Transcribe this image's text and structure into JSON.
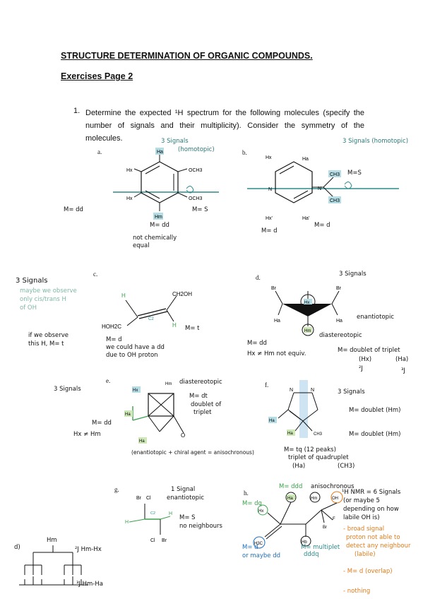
{
  "header": {
    "title": "STRUCTURE DETERMINATION OF ORGANIC COMPOUNDS.",
    "subtitle": "Exercises Page 2"
  },
  "question": {
    "number": "1.",
    "text": "Determine the expected ¹H spectrum for the following molecules (specify the number of signals and their multiplicity). Consider the symmetry of the molecules."
  },
  "parts": {
    "a": {
      "label": "a.",
      "signals": "3 Signals",
      "homotopic": "(homotopic)",
      "m_dd_left": "M= dd",
      "m_s": "M= S",
      "m_dd_bottom": "M= dd",
      "note1": "not chemically",
      "note2": "equal"
    },
    "b": {
      "label": "b.",
      "signals": "3 Signals (homotopic)",
      "m_s": "M=S",
      "m_d_left": "M= d",
      "m_d_right": "M= d"
    },
    "c": {
      "label": "c.",
      "signals": "3 Signals",
      "note1": "maybe we observe",
      "note2": "only cis/trans H",
      "note3": "of OH",
      "m_t": "M= t",
      "m_d": "M= d",
      "note4": "we could have a dd",
      "note5": "due to OH proton",
      "obs1": "if we observe",
      "obs2": "this H, M= t"
    },
    "d": {
      "label": "d.",
      "signals": "3 Signals",
      "enantiotopic": "enantiotopic",
      "diastereotopic": "diastereotopic",
      "m_dd": "M= dd",
      "hx_hm": "Hx ≠ Hm not equiv.",
      "m_doublet": "M= doublet of triplet",
      "hx": "(Hx)",
      "ha": "(Ha)",
      "j2": "²J",
      "j3": "³J"
    },
    "e": {
      "label": "e.",
      "signals": "3 Signals",
      "diast": "diastereotopic",
      "m_dt": "M= dt",
      "dt1": "doublet of",
      "dt2": "triplet",
      "m_dd": "M= dd",
      "hx_hm": "Hx ≠ Hm",
      "bottom": "(enantiotopic + chiral agent = anisochronous)"
    },
    "f": {
      "label": "f.",
      "signals": "3 Signals",
      "m_doublet1": "M= doublet (Hm)",
      "m_doublet2": "M= doublet (Hm)",
      "m_tq": "M= tq (12 peaks)",
      "tq": "triplet of quadruplet",
      "ha": "(Ha)",
      "ch3": "(CH3)"
    },
    "g": {
      "label": "g.",
      "signals": "1 Signal",
      "enant": "enantiotopic",
      "m_s": "M= S",
      "noneigh": "no neighbours"
    },
    "h": {
      "label": "h.",
      "m_dq": "M= dq",
      "m_ddd": "M= ddd",
      "aniso": "anisochronous",
      "hnmr": "¹H NMR = 6 Signals",
      "maybe": "(or maybe 5",
      "dep": "depending on how",
      "lab": "labile OH is)",
      "broad": "- broad signal",
      "broad2": "proton not able to",
      "broad3": "detect any neighbour",
      "broad4": "(labile)",
      "md_overlap": "- M= d (overlap)",
      "nothing": "- nothing",
      "m_d": "M= d",
      "maybe_dd": "or maybe dd",
      "m_mult": "M= multiplet",
      "dddq": "dddq"
    },
    "tree": {
      "label": "d)",
      "top": "Hm",
      "j2": "²J Hm-Hx",
      "j3": "³J Hm-Ha"
    }
  }
}
